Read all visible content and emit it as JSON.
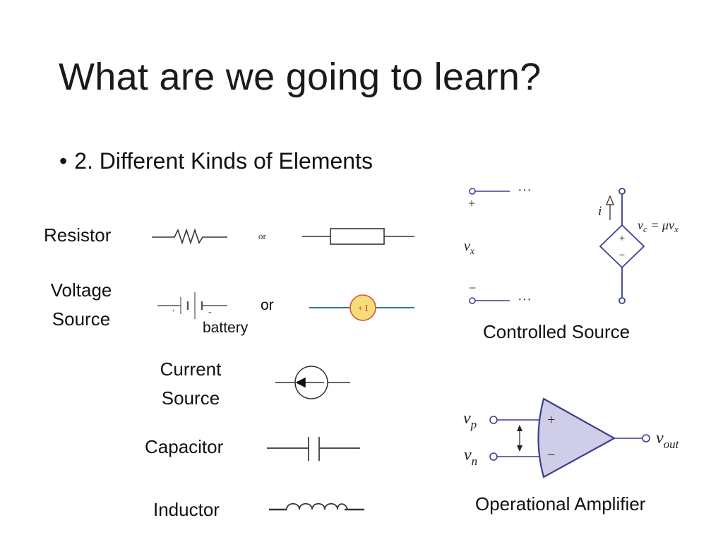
{
  "slide": {
    "title": "What are we going to learn?",
    "bullet_symbol": "•",
    "bullet_text": "2. Different Kinds of Elements"
  },
  "elements": {
    "resistor": "Resistor",
    "resistor_or": "or",
    "voltage_line1": "Voltage",
    "voltage_line2": "Source",
    "battery_or": "or",
    "battery": "battery",
    "battery_minus": "-",
    "battery_plus": "+",
    "source_sign": "+ I",
    "current_line1": "Current",
    "current_line2": "Source",
    "capacitor": "Capacitor",
    "inductor": "Inductor"
  },
  "controlled_source": {
    "caption": "Controlled Source",
    "plus": "+",
    "minus": "−",
    "dots": "···",
    "vx": "v",
    "vx_sub": "x",
    "current": "i",
    "equation": "v",
    "equation_sub": "c",
    "equation_rest": " = μv",
    "equation_rest_sub": "x",
    "diamond_plus": "+",
    "diamond_minus": "−"
  },
  "op_amp": {
    "caption": "Operational Amplifier",
    "vp": "v",
    "vp_sub": "p",
    "vn": "v",
    "vn_sub": "n",
    "vout": "v",
    "vout_sub": "out",
    "plus": "+",
    "minus": "−"
  },
  "colors": {
    "wire": "#333333",
    "blue": "#3a3f8f",
    "opamp_fill": "#cfcde8",
    "source_fill": "#f7dc7a",
    "source_stroke": "#d9533b",
    "teal": "#2e7d8f"
  }
}
